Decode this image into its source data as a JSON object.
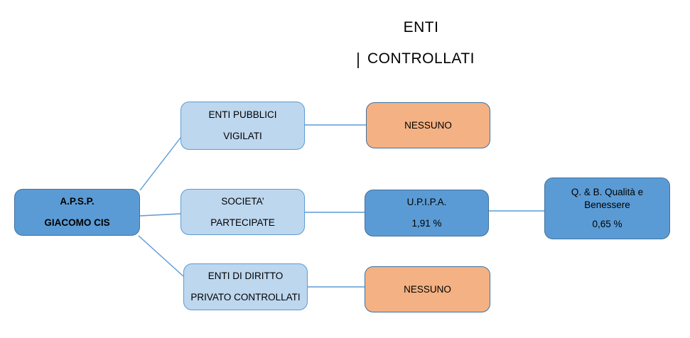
{
  "title": {
    "line1": "ENTI",
    "line2": "CONTROLLATI"
  },
  "nodes": {
    "apsp": {
      "line1": "A.P.S.P.",
      "line2": "GIACOMO CIS"
    },
    "enti_pubblici": {
      "line1": "ENTI PUBBLICI",
      "line2": "VIGILATI"
    },
    "societa": {
      "line1": "SOCIETA’",
      "line2": "PARTECIPATE"
    },
    "enti_diritto": {
      "line1": "ENTI DI DIRITTO",
      "line2": "PRIVATO CONTROLLATI"
    },
    "nessuno_vigilati": {
      "line1": "NESSUNO"
    },
    "upipa": {
      "line1": "U.P.I.P.A.",
      "line2": "1,91 %"
    },
    "qualita_benessere": {
      "line1": "Q. & B. Qualità e",
      "line2": "Benessere",
      "line3": "0,65 %"
    },
    "nessuno_privato": {
      "line1": "NESSUNO"
    }
  },
  "colors": {
    "node_medium_blue": "#5B9BD5",
    "node_light_blue": "#BDD7EE",
    "node_orange": "#F4B183",
    "border_dark_blue": "#41719C",
    "border_medium_blue": "#5B9BD5",
    "connector_blue": "#5B9BD5",
    "text": "#000000"
  }
}
